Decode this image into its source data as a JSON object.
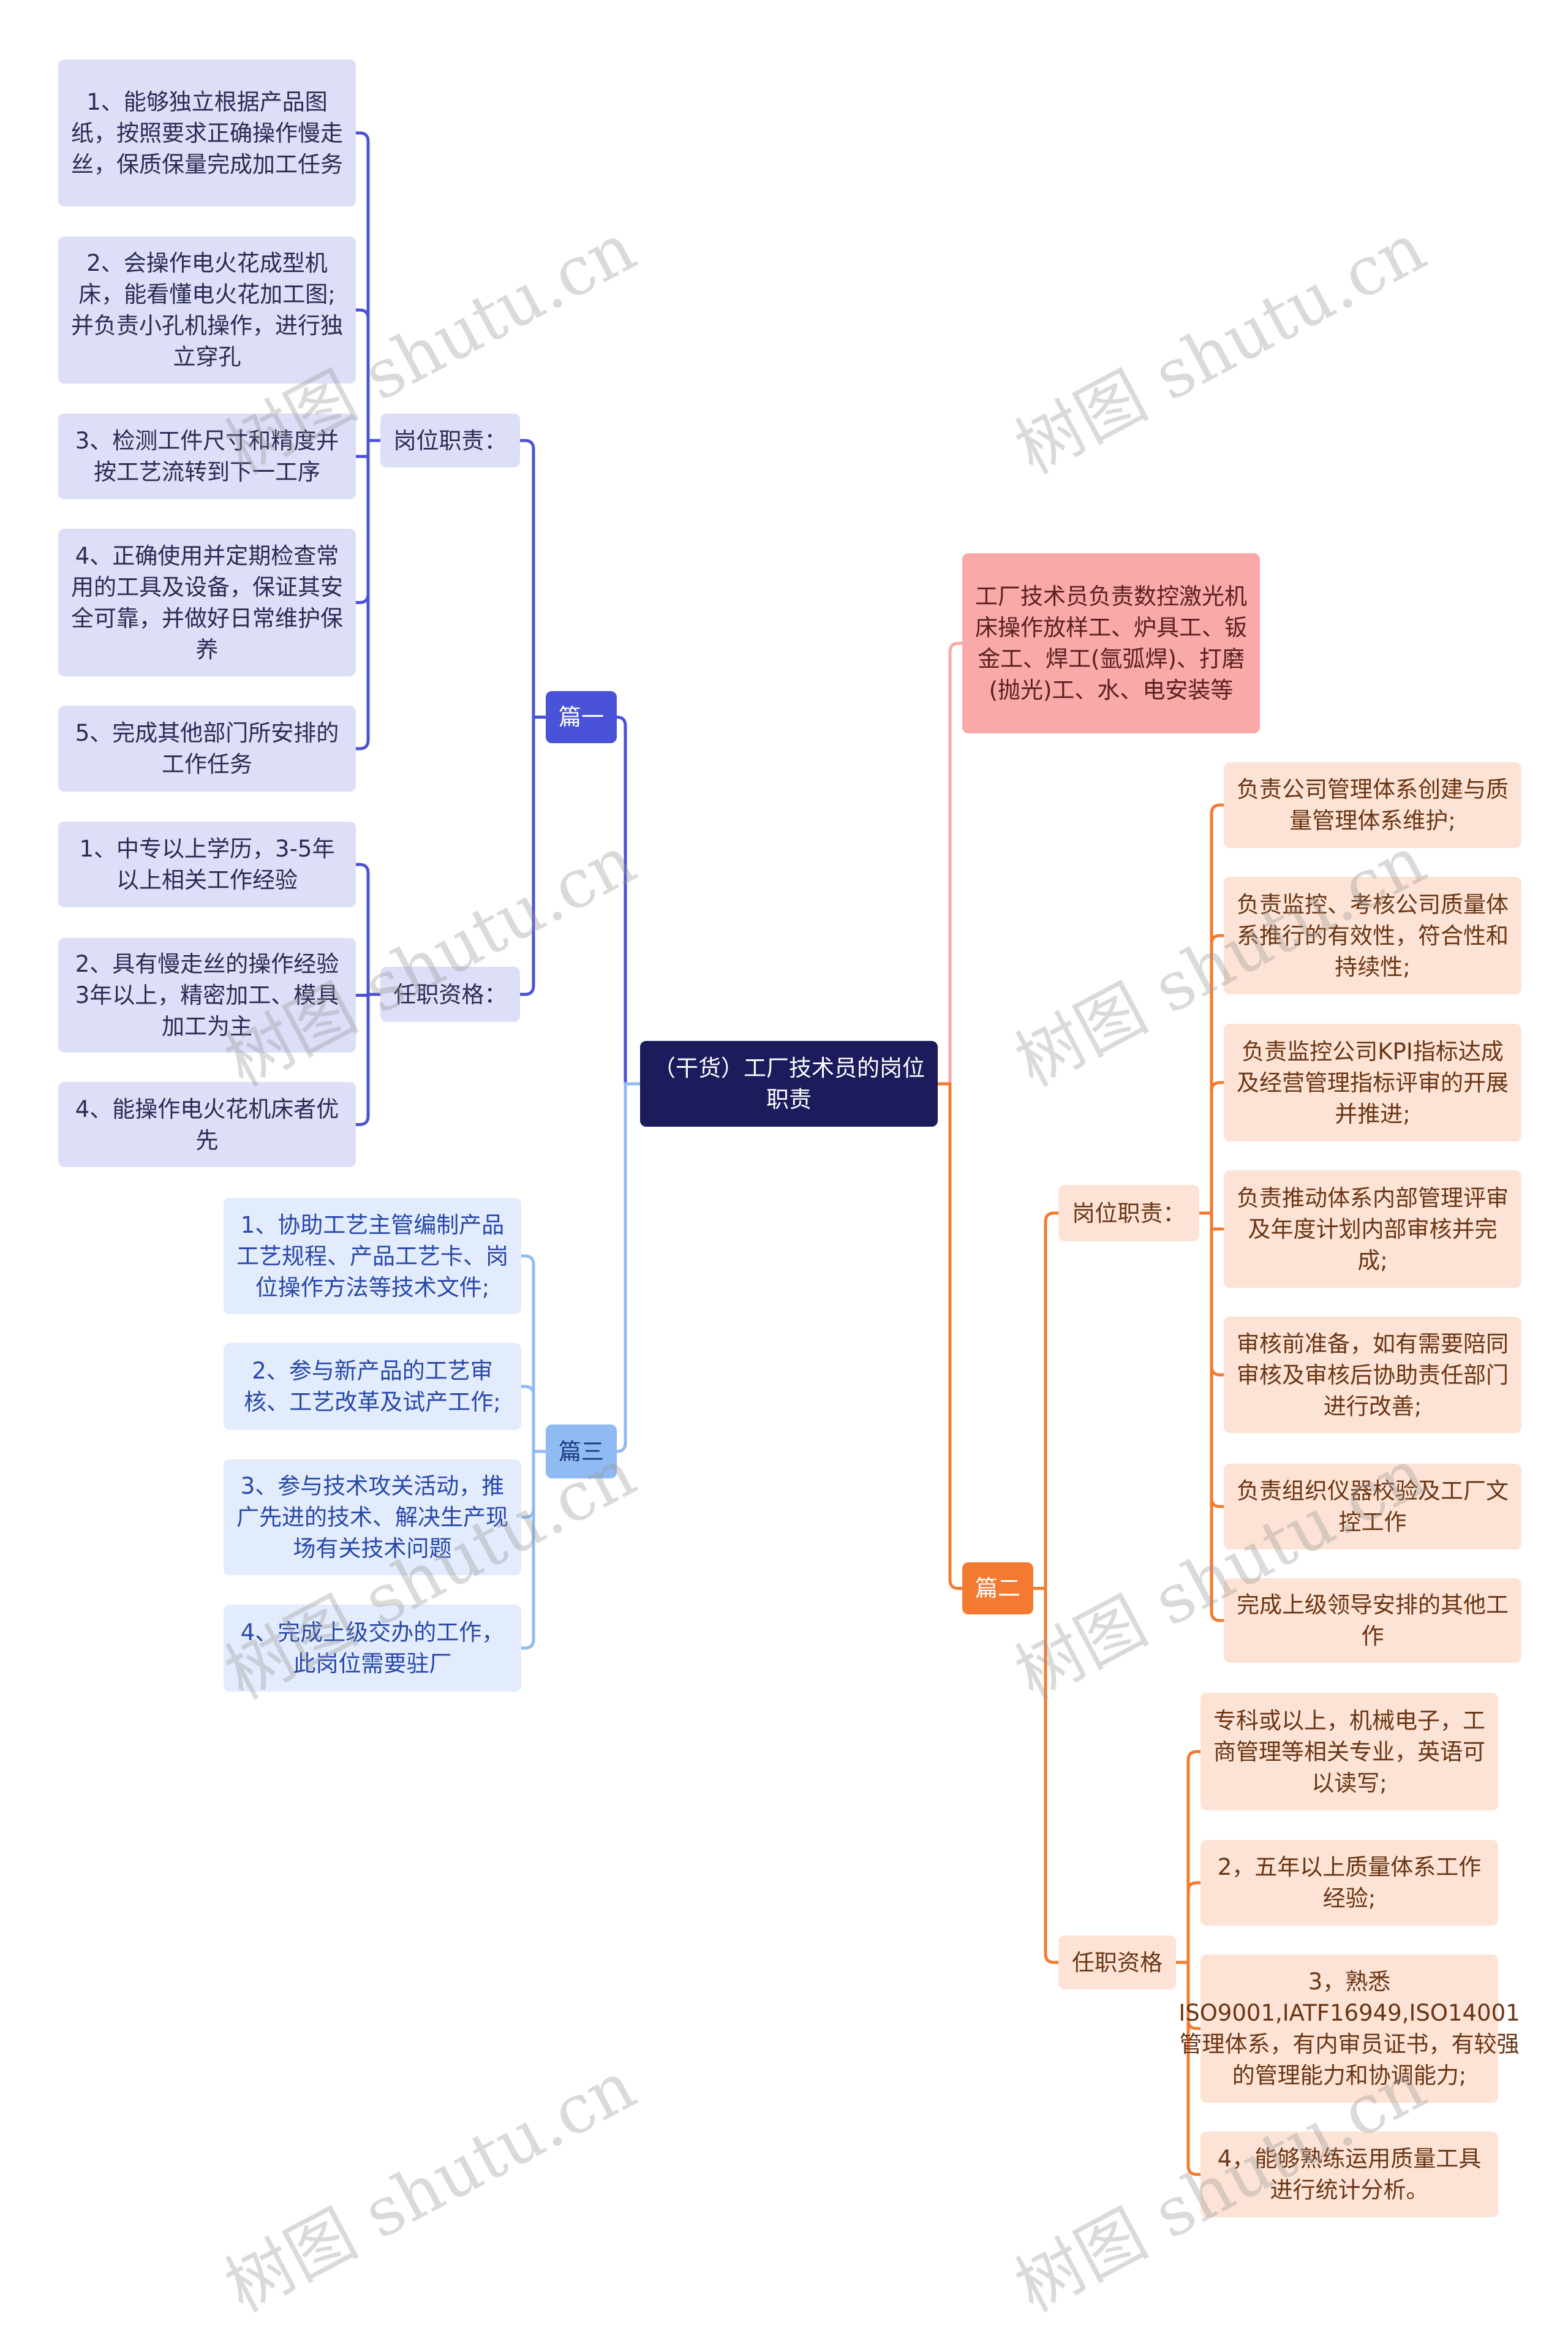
{
  "root": {
    "title": "（干货）工厂技术员的岗位职责"
  },
  "branch1": {
    "label": "篇一",
    "duties": {
      "label": "岗位职责：",
      "items": [
        "1、能够独立根据产品图纸，按照要求正确操作慢走丝，保质保量完成加工任务",
        "2、会操作电火花成型机床，能看懂电火花加工图;并负责小孔机操作，进行独立穿孔",
        "3、检测工件尺寸和精度并按工艺流转到下一工序",
        "4、正确使用并定期检查常用的工具及设备，保证其安全可靠，并做好日常维护保养",
        "5、完成其他部门所安排的工作任务"
      ]
    },
    "qualifications": {
      "label": "任职资格：",
      "items": [
        "1、中专以上学历，3-5年以上相关工作经验",
        "2、具有慢走丝的操作经验3年以上，精密加工、模具加工为主",
        "4、能操作电火花机床者优先"
      ]
    }
  },
  "branch3": {
    "label": "篇三",
    "items": [
      "1、协助工艺主管编制产品工艺规程、产品工艺卡、岗位操作方法等技术文件;",
      "2、参与新产品的工艺审核、工艺改革及试产工作;",
      "3、参与技术攻关活动，推广先进的技术、解决生产现场有关技术问题",
      "4、完成上级交办的工作，此岗位需要驻厂"
    ]
  },
  "summary": "工厂技术员负责数控激光机床操作放样工、炉具工、钣金工、焊工(氩弧焊)、打磨(抛光)工、水、电安装等",
  "branch2": {
    "label": "篇二",
    "duties": {
      "label": "岗位职责：",
      "items": [
        "负责公司管理体系创建与质量管理体系维护;",
        "负责监控、考核公司质量体系推行的有效性，符合性和持续性;",
        "负责监控公司KPI指标达成及经营管理指标评审的开展并推进;",
        "负责推动体系内部管理评审及年度计划内部审核并完成;",
        "审核前准备，如有需要陪同审核及审核后协助责任部门进行改善;",
        "负责组织仪器校验及工厂文控工作",
        "完成上级领导安排的其他工作"
      ]
    },
    "qualifications": {
      "label": "任职资格",
      "items": [
        "专科或以上，机械电子，工商管理等相关专业，英语可以读写;",
        "2，五年以上质量体系工作经验;",
        "3，熟悉ISO9001,IATF16949,ISO14001管理体系，有内审员证书，有较强的管理能力和协调能力;",
        "4，能够熟练运用质量工具进行统计分析。"
      ]
    }
  },
  "watermark": "树图 shutu.cn",
  "colors": {
    "branch1": "#4a52d8",
    "branch2": "#f47a32",
    "branch3": "#8fbaf2",
    "summary": "#f9a9a8",
    "root": "#1c1b5b"
  }
}
